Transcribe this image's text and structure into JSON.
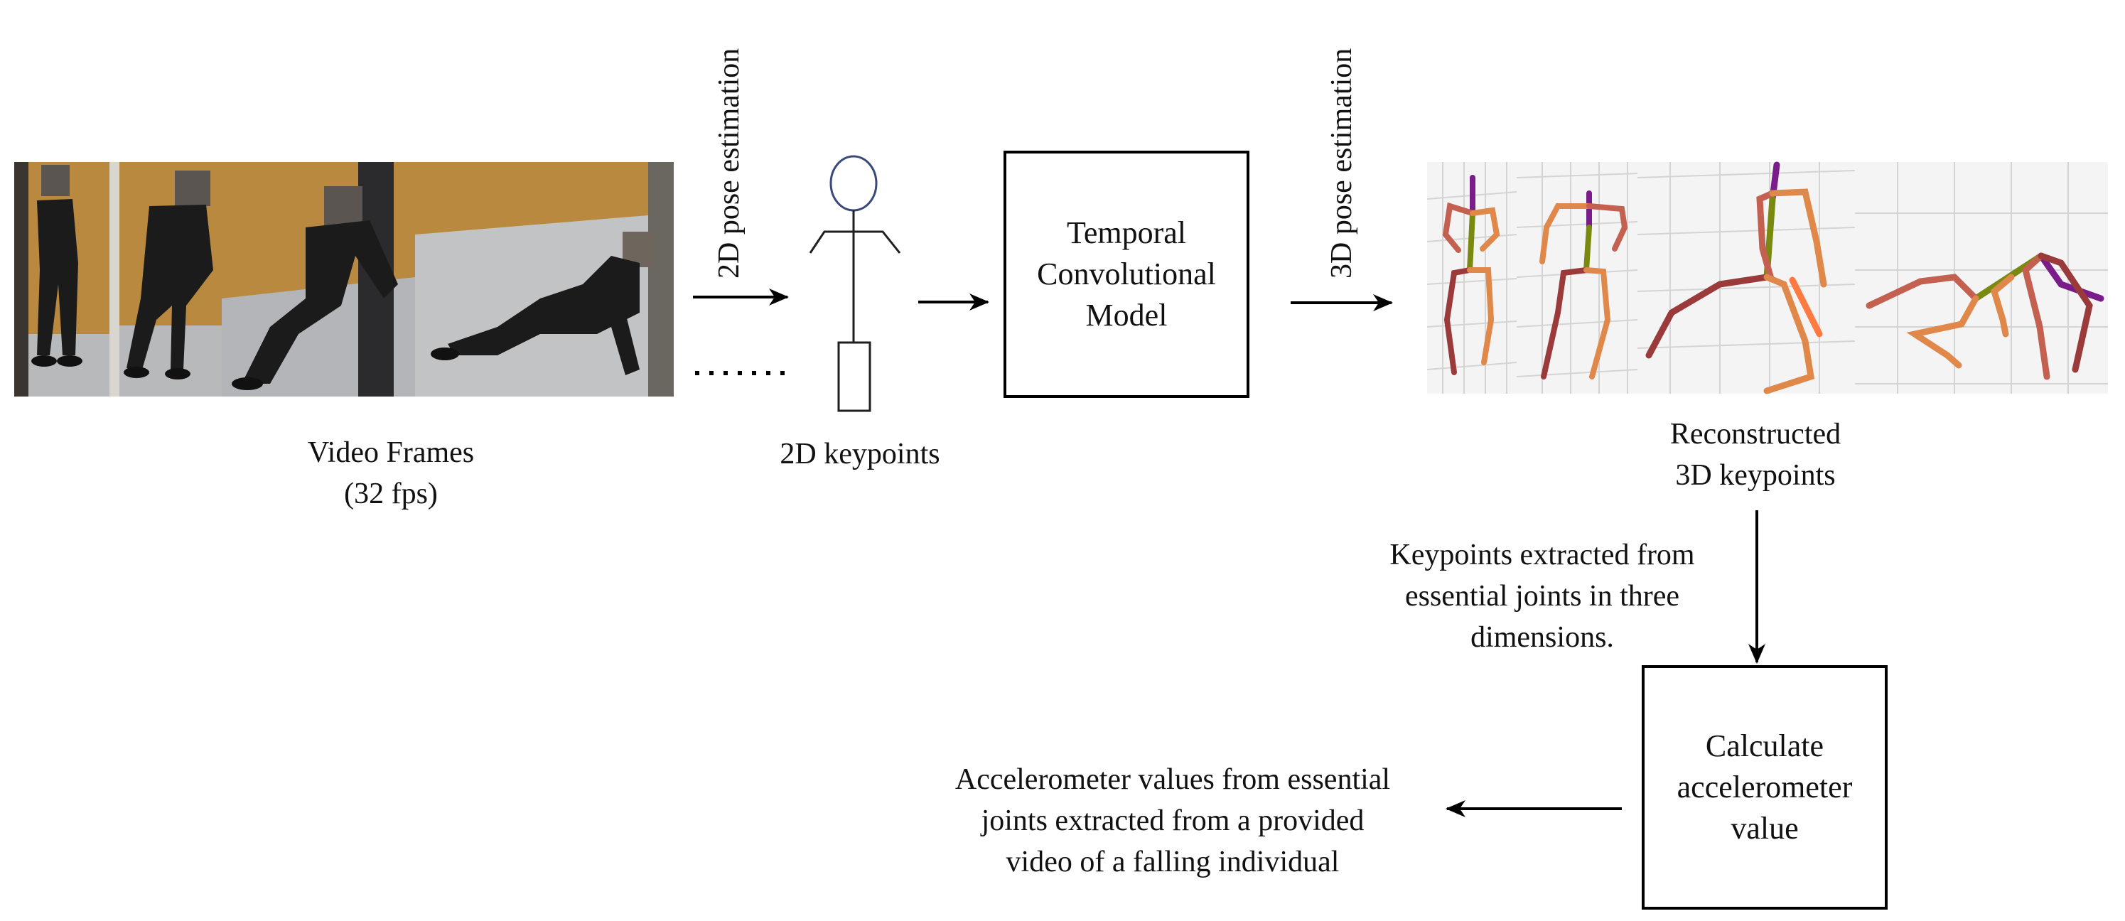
{
  "video_frames": {
    "line1": "Video Frames",
    "line2": "(32 fps)"
  },
  "pose2d_label": "2D pose estimation",
  "keypoints2d_label": "2D keypoints",
  "tcn_box": {
    "line1": "Temporal",
    "line2": "Convolutional",
    "line3": "Model"
  },
  "pose3d_label": "3D pose estimation",
  "reconstructed": {
    "line1": "Reconstructed",
    "line2": "3D keypoints"
  },
  "extracted_note": {
    "line1": "Keypoints extracted from",
    "line2": "essential joints in three",
    "line3": "dimensions."
  },
  "calc_box": {
    "line1": "Calculate",
    "line2": "accelerometer",
    "line3": "value"
  },
  "output_note": {
    "line1": "Accelerometer values from essential",
    "line2": "joints extracted from a provided",
    "line3": "video of a falling individual"
  },
  "colors": {
    "wall": "#b8893f",
    "floor": "#b7b9bb",
    "figure": "#1b1b1b",
    "skeleton_spine": "#7a8a10",
    "skeleton_head": "#7a1d8a",
    "skeleton_limb": "#e0884a"
  }
}
